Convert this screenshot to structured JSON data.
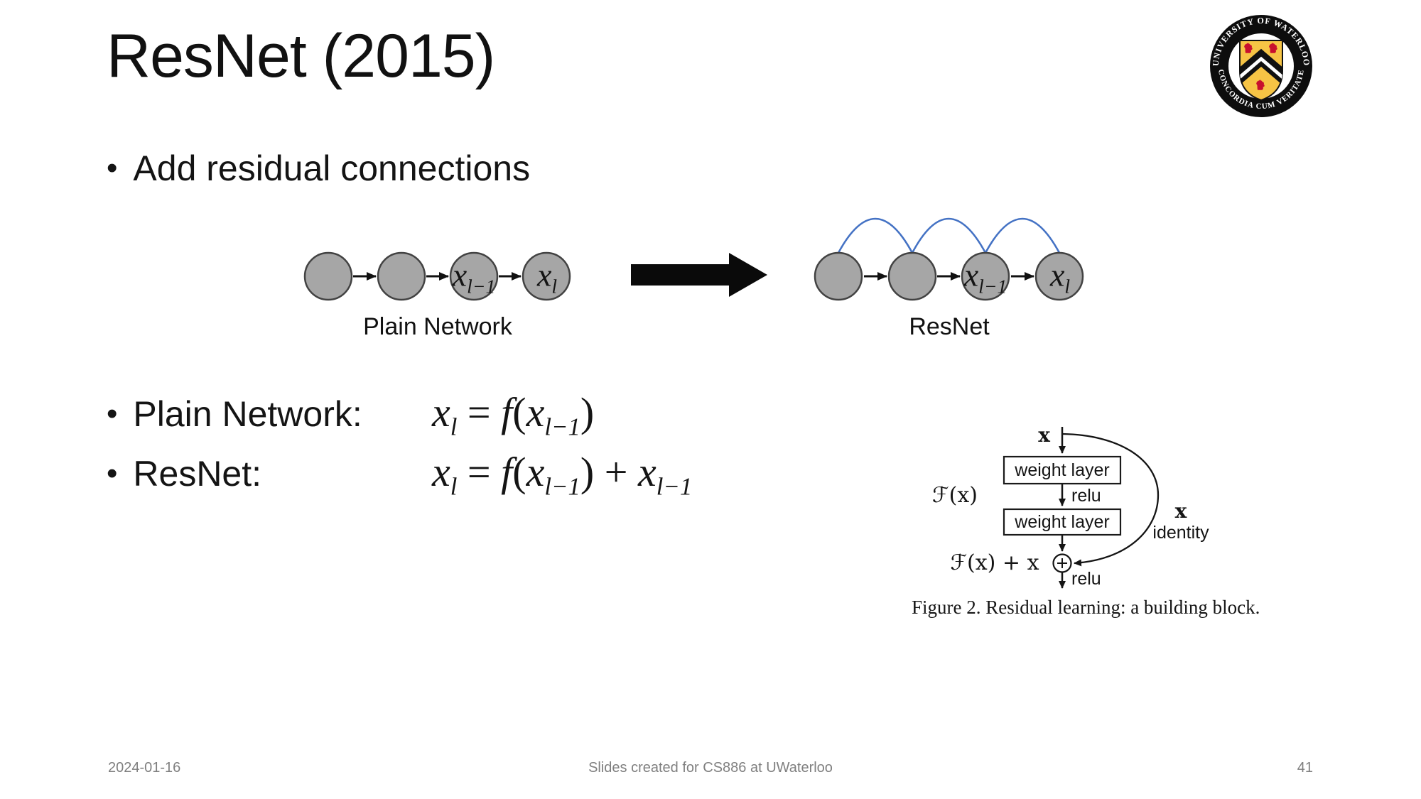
{
  "slide": {
    "title": "ResNet (2015)",
    "bullet_glyph": "•",
    "bullets": {
      "main": "Add residual connections",
      "plain_label": "Plain Network:",
      "resnet_label": "ResNet:"
    },
    "diagram": {
      "plain_caption": "Plain Network",
      "resnet_caption": "ResNet"
    },
    "footer": {
      "date": "2024-01-16",
      "center": "Slides created for CS886 at UWaterloo",
      "page_number": "41"
    }
  },
  "math": {
    "node_xlm1": [
      {
        "t": "x"
      },
      {
        "t": "l−1",
        "s": 1
      }
    ],
    "node_xl": [
      {
        "t": "x"
      },
      {
        "t": "l",
        "s": 1
      }
    ],
    "plain_formula": [
      {
        "t": "x"
      },
      {
        "t": "l",
        "s": 1
      },
      {
        "t": " = ",
        "r": 1
      },
      {
        "t": "f"
      },
      {
        "t": "(",
        "r": 1
      },
      {
        "t": "x"
      },
      {
        "t": "l−1",
        "s": 1
      },
      {
        "t": ")",
        "r": 1
      }
    ],
    "resnet_formula": [
      {
        "t": "x"
      },
      {
        "t": "l",
        "s": 1
      },
      {
        "t": " = ",
        "r": 1
      },
      {
        "t": "f"
      },
      {
        "t": "(",
        "r": 1
      },
      {
        "t": "x"
      },
      {
        "t": "l−1",
        "s": 1
      },
      {
        "t": ") + ",
        "r": 1
      },
      {
        "t": "x"
      },
      {
        "t": "l−1",
        "s": 1
      }
    ]
  },
  "figure": {
    "input_label": "x",
    "weight_layer_1": "weight layer",
    "weight_layer_2": "weight layer",
    "relu_mid": "relu",
    "relu_out": "relu",
    "residual_label": "ℱ(x)",
    "sum_label": "ℱ(x) + x",
    "identity_x": "x",
    "identity_label": "identity",
    "caption": "Figure 2. Residual learning: a building block."
  },
  "logo": {
    "arc_top": "UNIVERSITY OF WATERLOO",
    "arc_bottom": "CONCORDIA CUM VERITATE"
  },
  "colors": {
    "node_fill": "#a6a6a6",
    "node_stroke": "#424242",
    "skip_arc_blue": "#4472c4",
    "arrow_black": "#111111",
    "footer_gray": "#7f7f7f",
    "shield_gold": "#f6c445",
    "lion_red": "#c8102e",
    "seal_black": "#0d0d0d"
  }
}
